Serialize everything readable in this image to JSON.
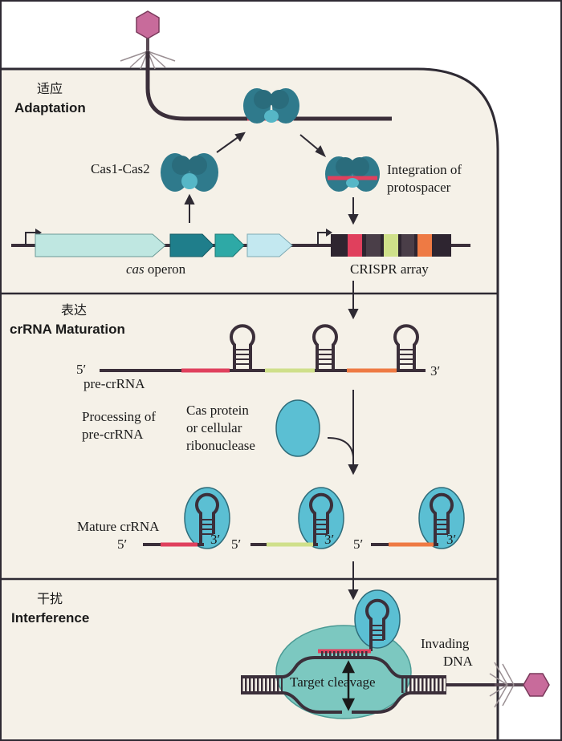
{
  "sections": [
    {
      "zh": "适应",
      "en": "Adaptation"
    },
    {
      "zh": "表达",
      "en": "crRNA Maturation"
    },
    {
      "zh": "干扰",
      "en": "Interference"
    }
  ],
  "adaptation": {
    "cas_complex": "Cas1-Cas2",
    "integration_line1": "Integration of",
    "integration_line2": "protospacer",
    "operon_italic": "cas",
    "operon_rest": " operon",
    "array": "CRISPR array"
  },
  "maturation": {
    "five_prime": "5′",
    "three_prime": "3′",
    "pre_crrna": "pre-crRNA",
    "processing_line1": "Processing of",
    "processing_line2": "pre-crRNA",
    "enzyme_line1": "Cas protein",
    "enzyme_line2": "or cellular",
    "enzyme_line3": "ribonuclease",
    "mature": "Mature crRNA"
  },
  "interference": {
    "invading_line1": "Invading",
    "invading_line2": "DNA",
    "cleavage": "Target cleavage"
  },
  "colors": {
    "background": "#f5f1e8",
    "membrane": "#2e2a33",
    "dna": "#3b2f3a",
    "protein": "#2f7a8c",
    "protein_light": "#56b7c7",
    "spacer_red": "#e0405d",
    "spacer_green": "#cfe08a",
    "spacer_orange": "#ee7a44",
    "cas_gene_light": "#bfe7e1",
    "cas_gene_dark": "#1f7e8b",
    "cas_gene_mid": "#2ea9a6",
    "cas_gene_pale": "#c3e8f0",
    "rnase": "#5bbfd3",
    "phage": "#c86b9b"
  }
}
